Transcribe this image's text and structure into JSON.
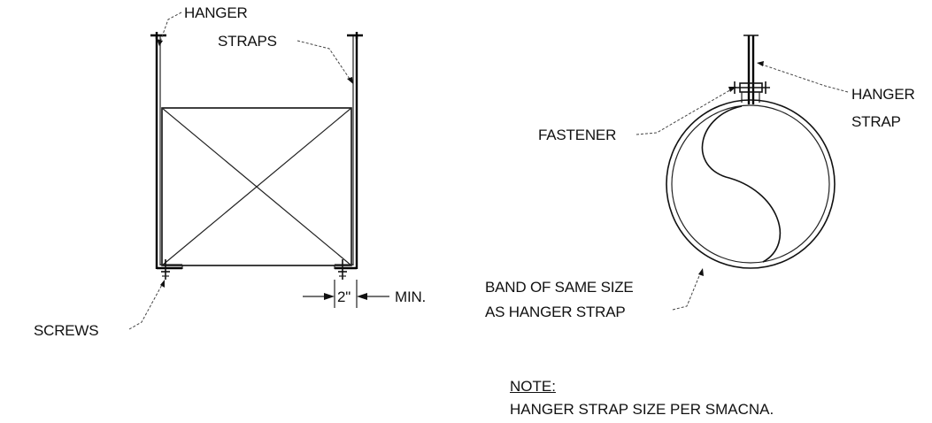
{
  "labels": {
    "hanger_straps_1": "HANGER",
    "hanger_straps_2": "STRAPS",
    "screws": "SCREWS",
    "dim_value": "2\"",
    "dim_min": "MIN.",
    "fastener": "FASTENER",
    "hanger_strap_1": "HANGER",
    "hanger_strap_2": "STRAP",
    "band_1": "BAND OF SAME SIZE",
    "band_2": "AS HANGER STRAP"
  },
  "note": {
    "title": "NOTE:",
    "text": "HANGER STRAP SIZE PER SMACNA."
  }
}
